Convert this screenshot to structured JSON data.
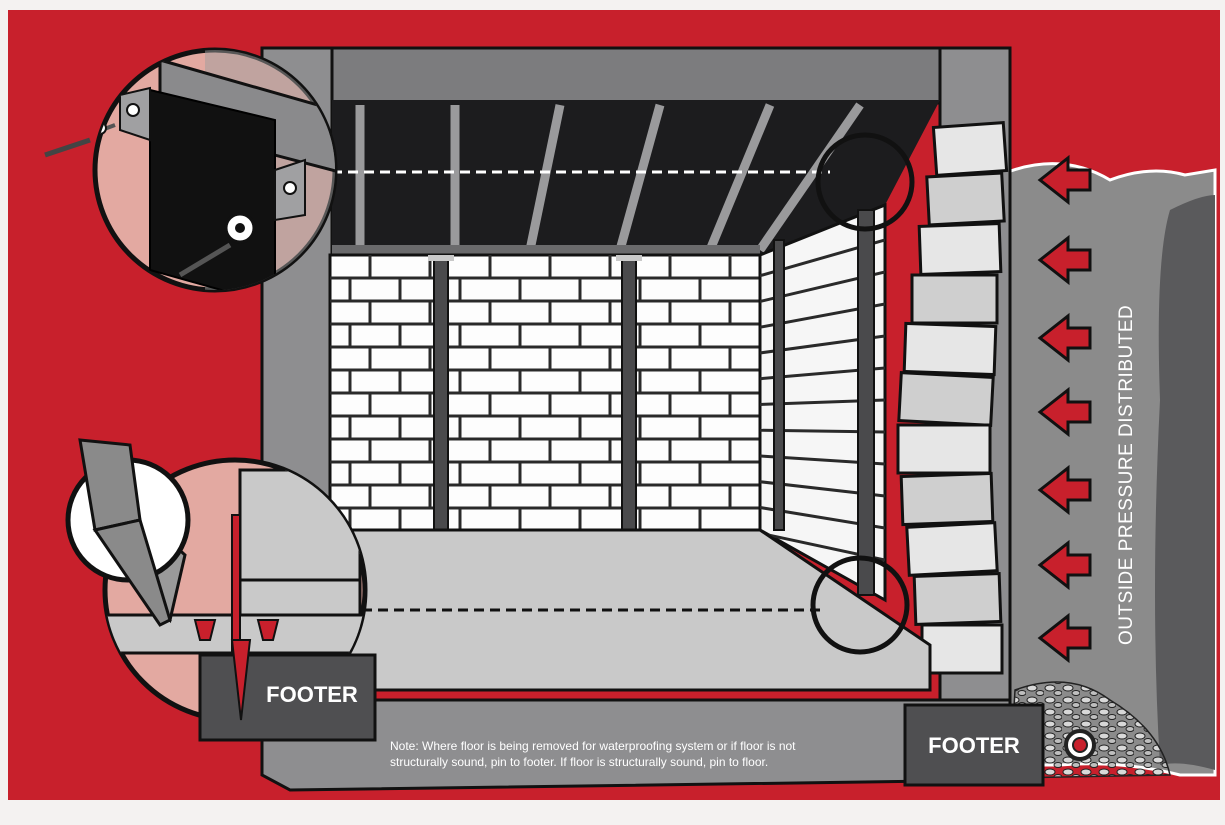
{
  "labels": {
    "pressure": "OUTSIDE PRESSURE DISTRIBUTED",
    "footer_left": "FOOTER",
    "footer_right": "FOOTER"
  },
  "note": {
    "line1": "Note: Where floor is being removed for waterproofing system or if floor is not",
    "line2": "structurally sound, pin to footer. If floor is structurally sound, pin to floor."
  },
  "colors": {
    "background": "#c8202c",
    "frame": "#7c7c7e",
    "ceiling": "#1c1c1e",
    "wall_brick": "#fdfdfd",
    "mortar": "#2a2a2a",
    "floor": "#c9c9c9",
    "soil": "#8b8b8b",
    "soil_dark": "#5a5a5c",
    "arrow": "#c8202c",
    "inset_bg": "#e3a9a1"
  },
  "icons": [
    "inward-pressure-arrow-icon",
    "drain-pipe-icon",
    "screw-icon",
    "anchor-pin-icon"
  ]
}
